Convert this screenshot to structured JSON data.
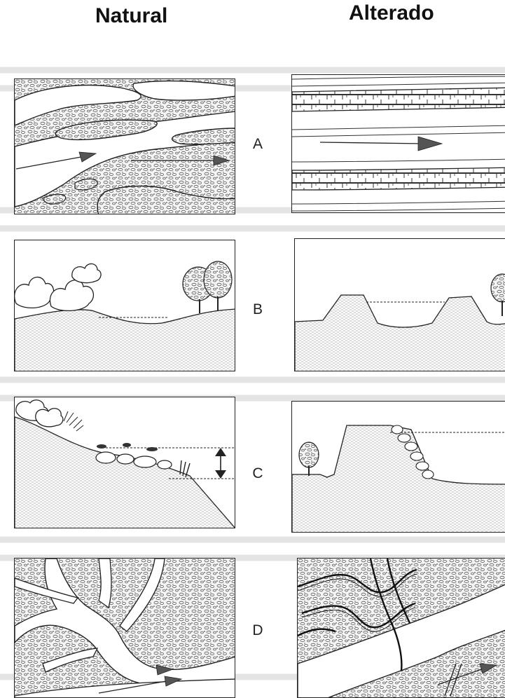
{
  "titles": {
    "natural": "Natural",
    "altered": "Alterado"
  },
  "rows": [
    {
      "label": "A"
    },
    {
      "label": "B"
    },
    {
      "label": "C"
    },
    {
      "label": "D"
    }
  ]
}
